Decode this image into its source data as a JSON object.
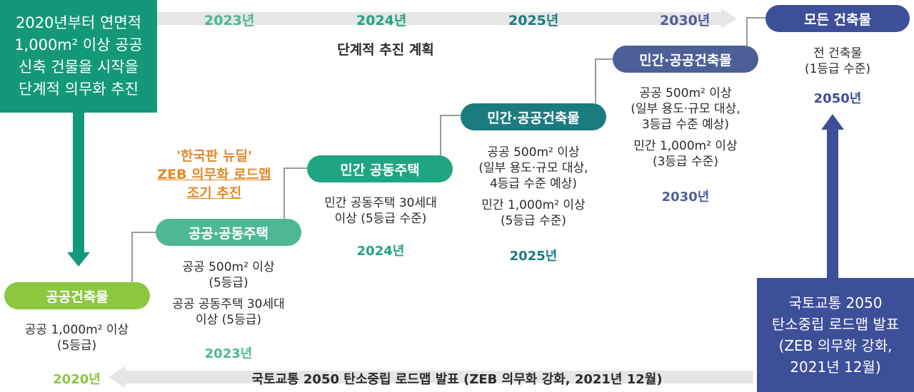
{
  "top_timeline": {
    "years": [
      "2023년",
      "2024년",
      "2025년",
      "2030년"
    ],
    "caption": "단계적 추진 계획"
  },
  "intro_box": {
    "lines": [
      "2020년부터 연면적",
      "1,000m² 이상 공공",
      "신축 건물을 시작을",
      "단계적 의무화 추진"
    ]
  },
  "newdeal_note": {
    "lines": [
      "'한국판 뉴딜'",
      "ZEB 의무화 로드맵",
      "조기 추진"
    ]
  },
  "stages": [
    {
      "label": "공공건축물",
      "desc": [
        "공공 1,000m² 이상",
        "(5등급)"
      ],
      "year": "2020년"
    },
    {
      "label": "공공·공동주택",
      "desc": [
        "공공 500m² 이상",
        "(5등급)",
        "공공 공동주택 30세대",
        "이상 (5등급)"
      ],
      "year": "2023년"
    },
    {
      "label": "민간 공동주택",
      "desc": [
        "민간 공동주택 30세대",
        "이상 (5등급 수준)"
      ],
      "year": "2024년"
    },
    {
      "label": "민간·공공건축물",
      "desc": [
        "공공 500m² 이상",
        "(일부 용도·규모 대상,",
        "4등급 수준 예상)",
        "민간 1,000m² 이상",
        "(5등급 수준)"
      ],
      "year": "2025년"
    },
    {
      "label": "민간·공공건축물",
      "desc": [
        "공공 500m² 이상",
        "(일부 용도·규모 대상,",
        "3등급 수준 예상)",
        "민간 1,000m² 이상",
        "(3등급 수준)"
      ],
      "year": "2030년"
    },
    {
      "label": "모든 건축물",
      "desc": [
        "전 건축물",
        "(1등급 수준)"
      ],
      "year": "2050년"
    }
  ],
  "bottom_timeline": {
    "caption": "국토교통 2050 탄소중립 로드맵 발표 (ZEB 의무화 강화, 2021년 12월)"
  },
  "announce_box": {
    "lines": [
      "국토교통 2050",
      "탄소중립 로드맵 발표",
      "(ZEB 의무화 강화,",
      "2021년 12월)"
    ]
  },
  "colors": {
    "teal_dark": "#14987a",
    "green_light": "#8dc63f",
    "teal_mid": "#4db892",
    "teal_green": "#1fa582",
    "teal_deep": "#1b7c80",
    "slate_blue": "#4d5f97",
    "navy": "#3e4f9a",
    "orange": "#e3892b",
    "arrow_gray": "#e4e4e4"
  }
}
